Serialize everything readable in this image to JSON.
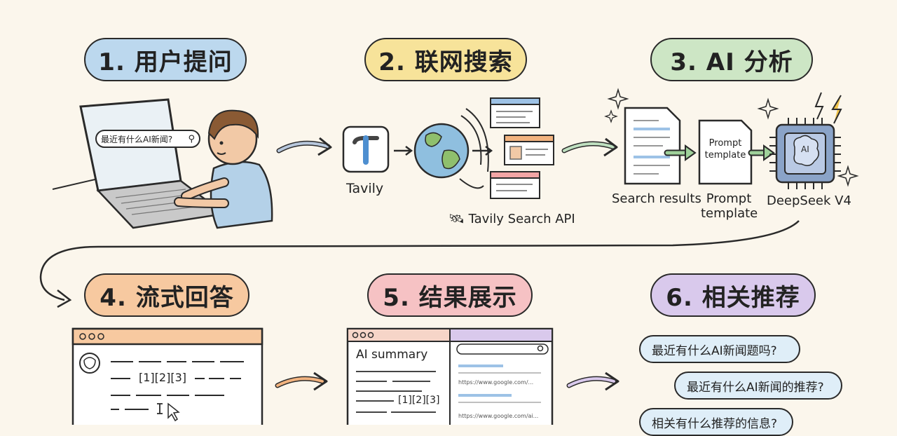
{
  "steps": {
    "s1": "1. 用户提问",
    "s2": "2. 联网搜索",
    "s3": "3. AI 分析",
    "s4": "4. 流式回答",
    "s5": "5. 结果展示",
    "s6": "6. 相关推荐"
  },
  "step1": {
    "search_query": "最近有什么AI新闻?"
  },
  "step2": {
    "tavily_label": "Tavily",
    "api_label": "Tavily Search API"
  },
  "step3": {
    "search_results_label": "Search results",
    "prompt_doc_line1": "Prompt",
    "prompt_doc_line2": "template",
    "prompt_label_line1": "Prompt",
    "prompt_label_line2": "template",
    "chip_text": "AI",
    "model_label": "DeepSeek V4"
  },
  "step4": {
    "citations": "[1][2][3]"
  },
  "step5": {
    "summary_title": "AI summary",
    "citations": "[1][2][3]",
    "url1": "https://www.google.com/...",
    "url2": "https://www.google.com/ai..."
  },
  "step6": {
    "q1": "最近有什么AI新闻题吗?",
    "q2": "最近有什么AI新闻的推荐?",
    "q3": "相关有什么推荐的信息?"
  },
  "colors": {
    "background": "#fbf6ec",
    "pill_blue": "#bcd8ee",
    "pill_yellow": "#f7e39a",
    "pill_green": "#cde6c5",
    "pill_orange": "#f7c9a0",
    "pill_pink": "#f6c2c4",
    "pill_purple": "#d9c9ec"
  }
}
